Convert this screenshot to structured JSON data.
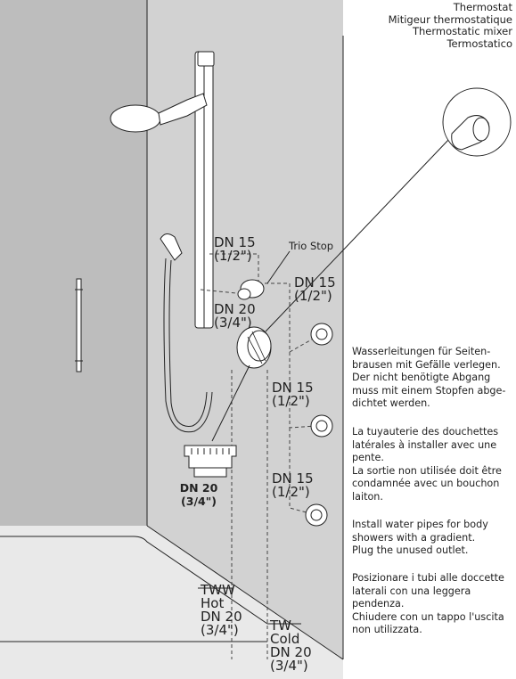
{
  "title_lines": [
    "Thermostat",
    "Mitigeur thermostatique",
    "Thermostatic mixer",
    "Termostatico"
  ],
  "labels": {
    "trio_stop": "Trio Stop",
    "dn15_a": "DN 15",
    "dn15_a_in": "(1/2\")",
    "dn15_b": "DN 15",
    "dn15_b_in": "(1/2\")",
    "dn20_a": "DN 20",
    "dn20_a_in": "(3/4\")",
    "dn15_c": "DN 15",
    "dn15_c_in": "(1/2\")",
    "dn15_d": "DN 15",
    "dn15_d_in": "(1/2\")",
    "dn20_plug": "DN 20",
    "dn20_plug_in": "(3/4\")",
    "tww": "TWW",
    "hot": "Hot",
    "hot_dn": "DN 20",
    "hot_in": "(3/4\")",
    "tw": "TW",
    "cold": "Cold",
    "cold_dn": "DN 20",
    "cold_in": "(3/4\")"
  },
  "notes": {
    "de": [
      "Wasserleitungen für Seiten-",
      "brausen mit Gefälle verlegen.",
      "Der nicht benötigte Abgang",
      "muss mit einem Stopfen abge-",
      "dichtet werden."
    ],
    "fr": [
      "La tuyauterie des douchettes",
      "latérales à installer avec une",
      "pente.",
      "La sortie non utilisée doit être",
      "condamnée avec un bouchon",
      "laiton."
    ],
    "en": [
      "Install water pipes for body",
      "showers with a gradient.",
      "Plug the unused outlet."
    ],
    "it": [
      "Posizionare i tubi alle doccette",
      "laterali con una leggera",
      "pendenza.",
      "Chiudere con un tappo l'uscita",
      "non utilizzata."
    ]
  },
  "colors": {
    "wall": "#d2d2d2",
    "floor": "#e9e9e9",
    "ink": "#222222"
  }
}
